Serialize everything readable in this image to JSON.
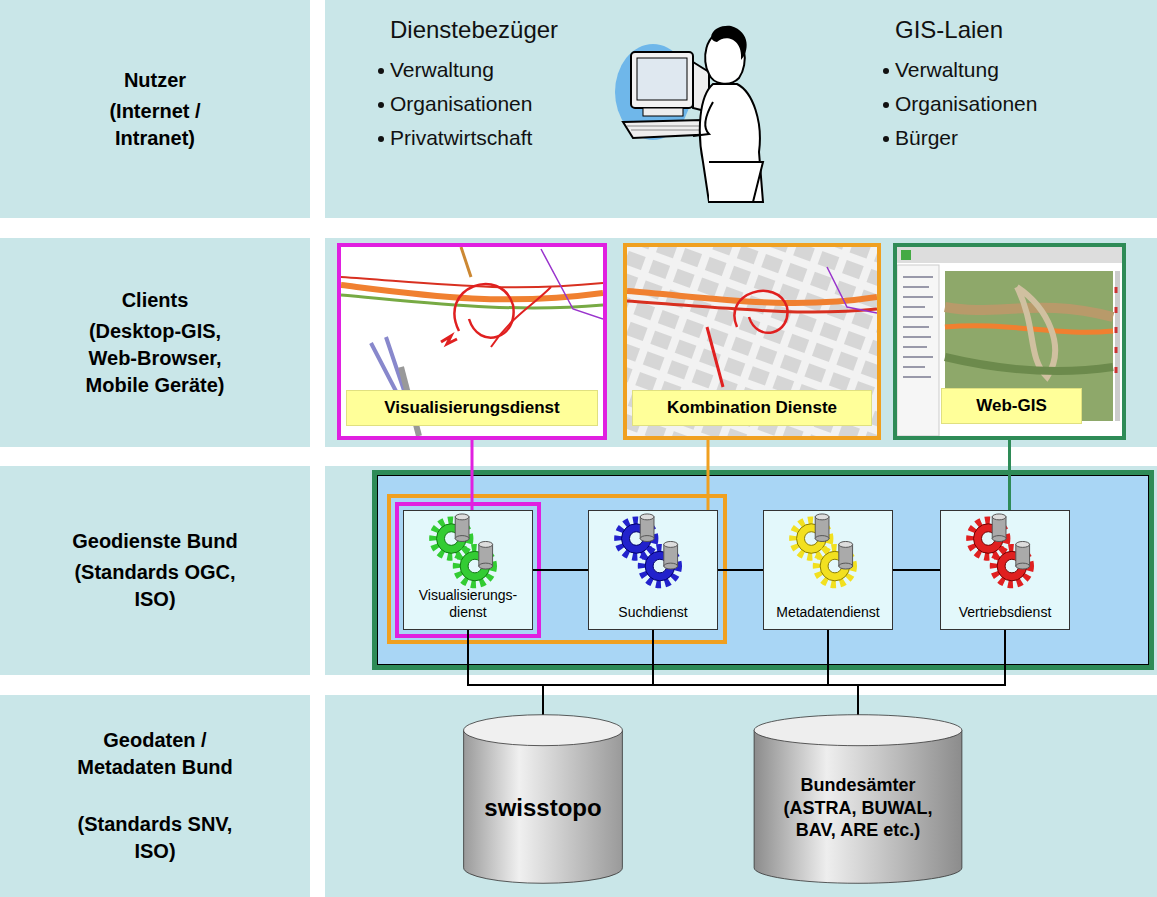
{
  "diagram": {
    "nodes": [
      {
        "text": [
          "Nutzer",
          "(Internet / Intranet)"
        ]
      },
      {
        "text": [
          "Dienstebezüger",
          "Verwaltung",
          "Organisationen",
          "Privatwirtschaft",
          "GIS-Laien",
          "Verwaltung",
          "Organisationen",
          "Bürger"
        ]
      },
      {
        "text": [
          "Clients",
          "(Desktop-GIS, Web-Browser, Mobile Geräte)"
        ]
      },
      {
        "text": [
          "Visualisierungsdienst"
        ]
      },
      {
        "text": [
          "Kombination Dienste"
        ]
      },
      {
        "text": [
          "Web-GIS"
        ]
      },
      {
        "text": [
          "Geodienste Bund",
          "(Standards OGC, ISO)"
        ]
      },
      {
        "text": [
          "Visualisierungs- dienst"
        ]
      },
      {
        "text": [
          "Suchdienst"
        ]
      },
      {
        "text": [
          "Metadatendienst"
        ]
      },
      {
        "text": [
          "Vertriebsdienst"
        ]
      },
      {
        "text": [
          "Geodaten / Metadaten Bund",
          "(Standards SNV, ISO)"
        ]
      },
      {
        "text": [
          "swisstopo"
        ]
      },
      {
        "text": [
          "Bundesämter (ASTRA, BUWAL, BAV, ARE etc.)"
        ]
      }
    ],
    "edges": [
      {
        "from": 3,
        "to": 7,
        "arrow": "none"
      },
      {
        "from": 4,
        "to": 8,
        "arrow": "none"
      },
      {
        "from": 5,
        "to": 10,
        "arrow": "none"
      },
      {
        "from": 7,
        "to": 8,
        "arrow": "none"
      },
      {
        "from": 8,
        "to": 9,
        "arrow": "none"
      },
      {
        "from": 9,
        "to": 10,
        "arrow": "none"
      },
      {
        "from": 7,
        "to": 12,
        "arrow": "none"
      },
      {
        "from": 7,
        "to": 13,
        "arrow": "none"
      },
      {
        "from": 8,
        "to": 12,
        "arrow": "none"
      },
      {
        "from": 8,
        "to": 13,
        "arrow": "none"
      },
      {
        "from": 9,
        "to": 12,
        "arrow": "none"
      },
      {
        "from": 9,
        "to": 13,
        "arrow": "none"
      },
      {
        "from": 10,
        "to": 12,
        "arrow": "none"
      },
      {
        "from": 10,
        "to": 13,
        "arrow": "none"
      }
    ]
  }
}
